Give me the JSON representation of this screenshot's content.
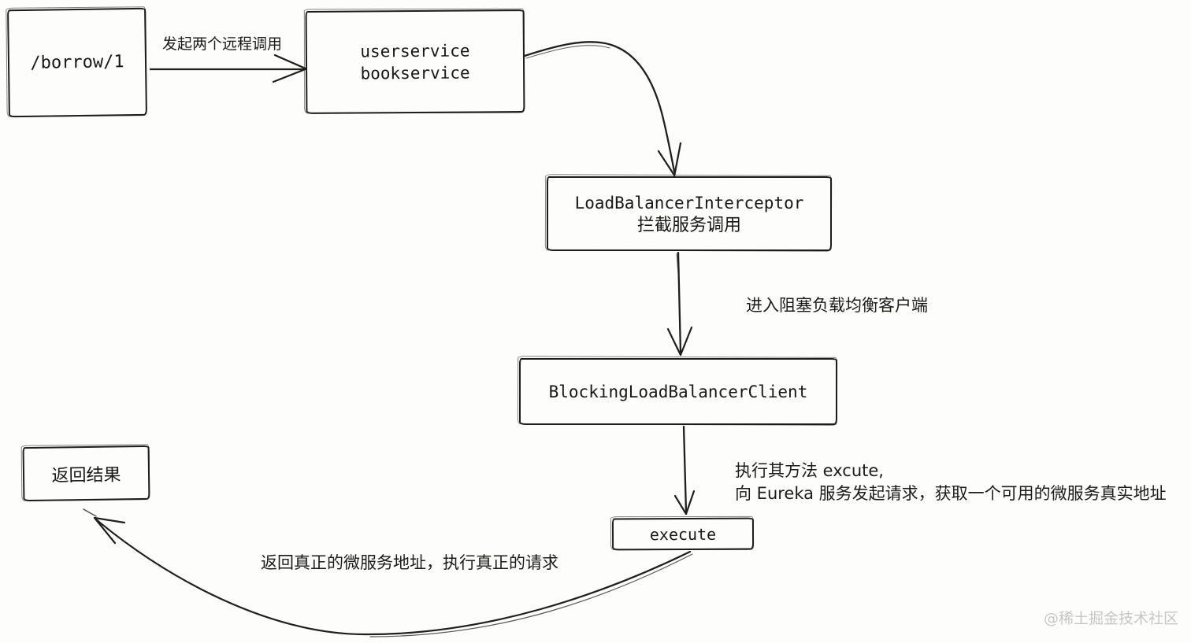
{
  "diagram": {
    "nodes": {
      "borrow": {
        "label": "/borrow/1"
      },
      "services": {
        "lines": [
          "userservice",
          "bookservice"
        ]
      },
      "interceptor": {
        "title": "LoadBalancerInterceptor",
        "subtitle": "拦截服务调用"
      },
      "client": {
        "label": "BlockingLoadBalancerClient"
      },
      "execute": {
        "label": "execute"
      },
      "result": {
        "label": "返回结果"
      }
    },
    "edges": {
      "borrow_to_services": {
        "label": "发起两个远程调用"
      },
      "services_to_interceptor": {
        "label": ""
      },
      "interceptor_to_client": {
        "label": "进入阻塞负载均衡客户端"
      },
      "client_to_execute": {
        "line1": "执行其方法 excute,",
        "line2": "向 Eureka 服务发起请求，获取一个可用的微服务真实地址"
      },
      "execute_to_result": {
        "label": "返回真正的微服务地址，执行真正的请求"
      }
    },
    "watermark": {
      "text": "@稀土掘金技术社区"
    }
  },
  "colors": {
    "ink": "#1f1f1f",
    "background": "#fdfdfc",
    "watermark": "#c7c6c4"
  }
}
